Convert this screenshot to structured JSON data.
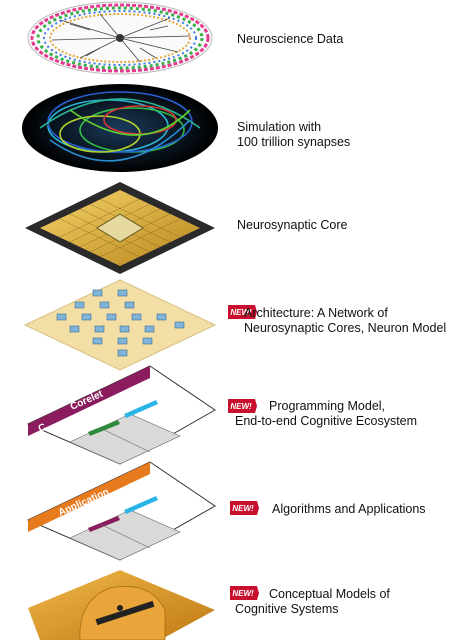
{
  "layers": [
    {
      "id": "neuroscience",
      "label_lines": [
        "Neuroscience Data"
      ],
      "is_new": false
    },
    {
      "id": "simulation",
      "label_lines": [
        "Simulation with",
        "100 trillion synapses"
      ],
      "is_new": false
    },
    {
      "id": "core",
      "label_lines": [
        "Neurosynaptic Core"
      ],
      "is_new": false
    },
    {
      "id": "architecture",
      "label_lines": [
        "Architecture: A Network of",
        "Neurosynaptic Cores, Neuron Model"
      ],
      "is_new": true
    },
    {
      "id": "programming",
      "label_lines": [
        "Programming Model,",
        "End-to-end Cognitive Ecosystem"
      ],
      "is_new": true
    },
    {
      "id": "algorithms",
      "label_lines": [
        "Algorithms and Applications"
      ],
      "is_new": true
    },
    {
      "id": "conceptual",
      "label_lines": [
        "Conceptual Models of",
        "Cognitive Systems"
      ],
      "is_new": true
    }
  ],
  "badge_text": "NEW!",
  "corelet_card": {
    "letter": "C",
    "title": "Corelet"
  },
  "application_card": {
    "title": "Application"
  },
  "colors": {
    "badge_red": "#c8102e",
    "corelet_purple": "#8b1d5e",
    "application_orange": "#e87a1e",
    "chip_gold": "#d4a62a",
    "grid_tan": "#f3dfa6",
    "accent_cyan": "#29b6e6",
    "accent_green": "#2e8b3a"
  }
}
